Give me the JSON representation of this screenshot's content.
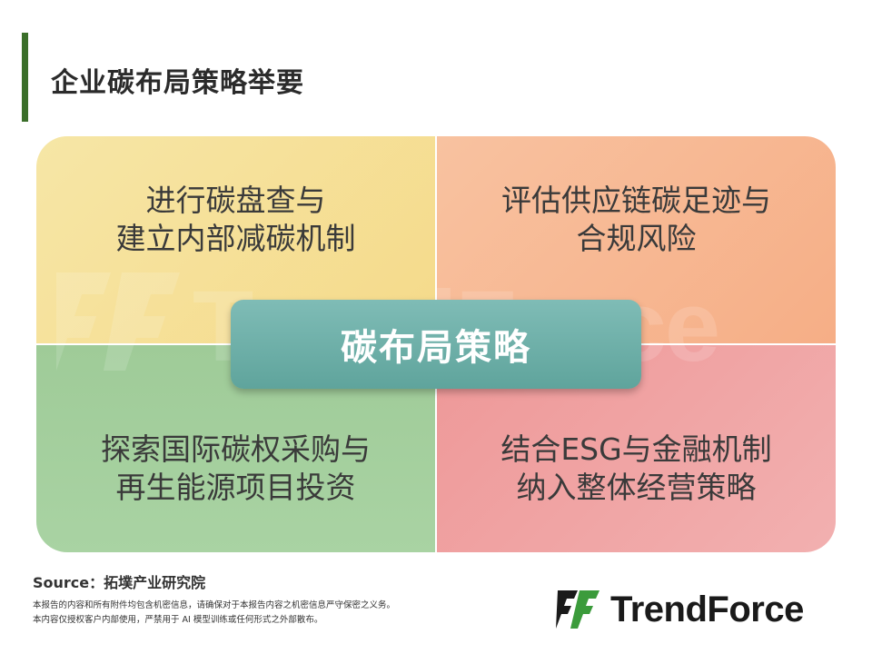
{
  "title": "企业碳布局策略举要",
  "center": "碳布局策略",
  "quadrants": {
    "top_left": [
      "进行碳盘查与",
      "建立内部减碳机制"
    ],
    "top_right": [
      "评估供应链碳足迹与",
      "合规风险"
    ],
    "bottom_left": [
      "探索国际碳权采购与",
      "再生能源项目投资"
    ],
    "bottom_right": [
      "结合ESG与金融机制",
      "纳入整体经营策略"
    ]
  },
  "watermark": "TrendForce",
  "source": "Source：拓墣产业研究院",
  "disclaimer": [
    "本报告的内容和所有附件均包含机密信息，请确保对于本报告内容之机密信息严守保密之义务。",
    "本内容仅授权客户内部使用，严禁用于 AI 模型训练或任何形式之外部散布。"
  ],
  "logo": {
    "text": "TrendForce",
    "icon": "trendforce-logo-icon"
  },
  "colors": {
    "accent_bar": "#3b6f2a",
    "top_left": "#f5da8a",
    "top_right": "#f6ae86",
    "bottom_left": "#a3cf9c",
    "bottom_right": "#f0a3a3",
    "center_box": "#6aaea6"
  }
}
